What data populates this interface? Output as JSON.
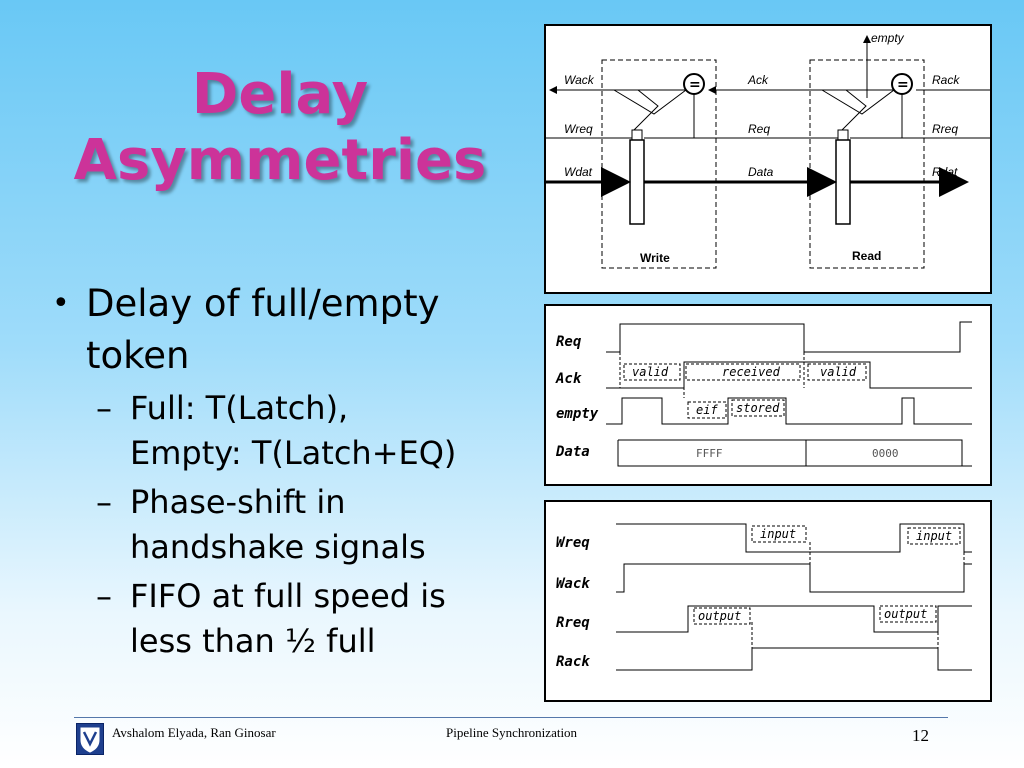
{
  "slide": {
    "title_line1": "Delay",
    "title_line2": "Asymmetries",
    "bullet_main": "Delay of full/empty token",
    "sub_bullets": [
      {
        "line1": "Full: T(Latch),",
        "line2": "Empty: T(Latch+EQ)"
      },
      {
        "line1": "Phase-shift in",
        "line2": "handshake signals"
      },
      {
        "line1": "FIFO at full speed is",
        "line2": "less than ½ full"
      }
    ],
    "dash": "–",
    "bullet_symbol": "•"
  },
  "fig_structure": {
    "empty": "empty",
    "wack": "Wack",
    "ack": "Ack",
    "rack": "Rack",
    "wreq": "Wreq",
    "req": "Req",
    "rreq": "Rreq",
    "wdat": "Wdat",
    "data": "Data",
    "rdat": "Rdat",
    "eq_left": "=",
    "eq_right": "=",
    "write": "Write",
    "read": "Read"
  },
  "fig_timing1": {
    "signals": [
      "Req",
      "Ack",
      "empty",
      "Data"
    ],
    "valid1": "valid",
    "received": "received",
    "valid2": "valid",
    "eif": "eif",
    "stored": "stored",
    "data1": "FFFF",
    "data2": "0000"
  },
  "fig_timing2": {
    "signals": [
      "Wreq",
      "Wack",
      "Rreq",
      "Rack"
    ],
    "input1": "input",
    "input2": "input",
    "output1": "output",
    "output2": "output"
  },
  "footer": {
    "authors": "Avshalom Elyada, Ran Ginosar",
    "course": "Pipeline Synchronization",
    "page": "12"
  },
  "colors": {
    "title": "#cc3399",
    "logo": "#1e3f8e"
  }
}
